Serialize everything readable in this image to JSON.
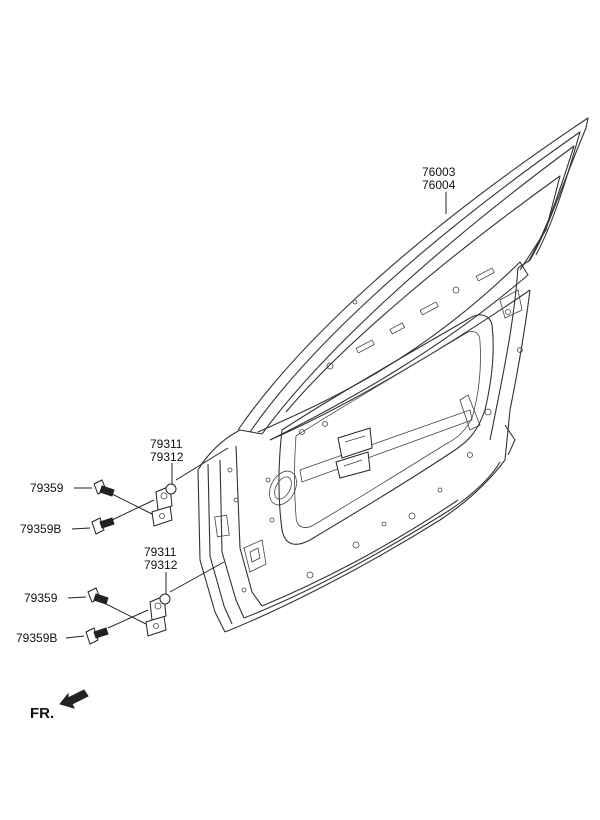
{
  "labels": {
    "door_panel_a": "76003",
    "door_panel_b": "76004",
    "upper_hinge_a": "79311",
    "upper_hinge_b": "79312",
    "upper_bolt_a": "79359",
    "upper_bolt_b": "79359B",
    "lower_hinge_a": "79311",
    "lower_hinge_b": "79312",
    "lower_bolt_a": "79359",
    "lower_bolt_b": "79359B",
    "front_indicator": "FR."
  },
  "colors": {
    "line": "#222222",
    "background": "#ffffff"
  },
  "icons": {
    "front_arrow": "arrow-left-down-icon"
  }
}
